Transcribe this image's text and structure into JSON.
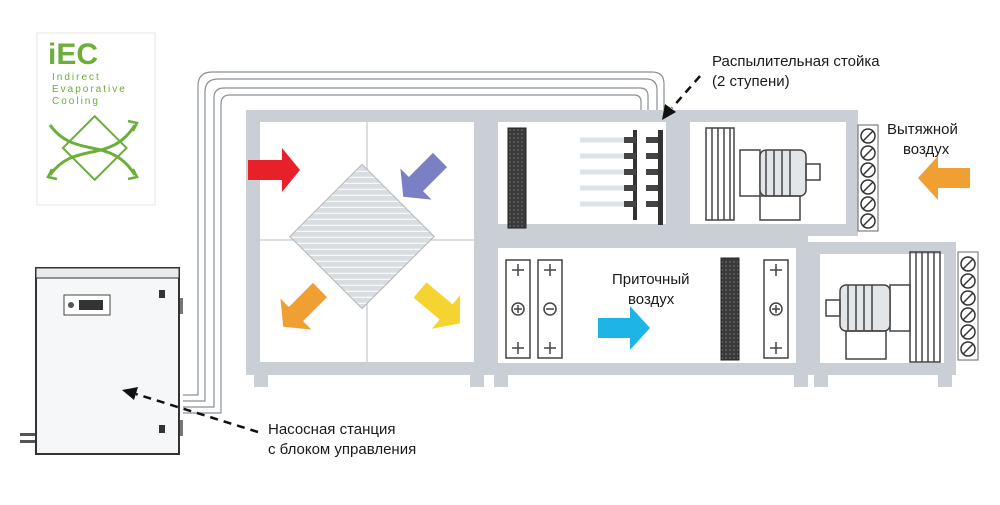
{
  "logo": {
    "main": "iEC",
    "line1": "Indirect",
    "line2": "Evaporative",
    "line3": "Cooling"
  },
  "labels": {
    "spray_rack_1": "Распылительная стойка",
    "spray_rack_2": "(2 ступени)",
    "exhaust_1": "Вытяжной",
    "exhaust_2": "воздух",
    "supply_1": "Приточный",
    "supply_2": "воздух",
    "pump_1": "Насосная станция",
    "pump_2": "с блоком управления"
  },
  "colors": {
    "arrow_red": "#e8202a",
    "arrow_blue": "#7b7fc4",
    "arrow_orange": "#f0a033",
    "arrow_yellow": "#f5d331",
    "arrow_cyan": "#1eb4e6",
    "arrow_exhaust": "#f0a033",
    "logo_green": "#6cae3a",
    "frame": "#c5ccd2"
  }
}
